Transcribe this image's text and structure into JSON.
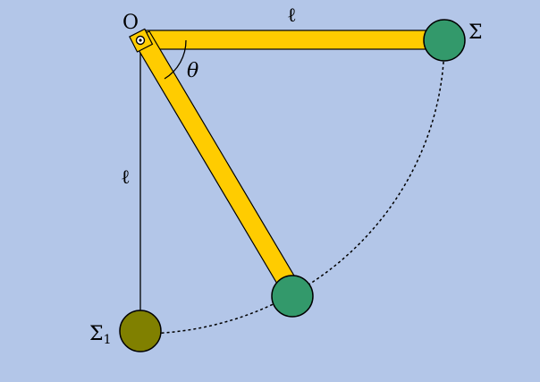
{
  "labels": {
    "pivot": "O",
    "rod_length_top": "ℓ",
    "rod_length_left": "ℓ",
    "angle": "θ",
    "mass_top": "Σ",
    "mass_bottom": "Σ",
    "mass_bottom_sub": "1"
  },
  "colors": {
    "background": "#b3c6e8",
    "rod": "#ffcc00",
    "mass": "#33996b",
    "mass_bottom": "#808000",
    "stroke": "#000000"
  }
}
